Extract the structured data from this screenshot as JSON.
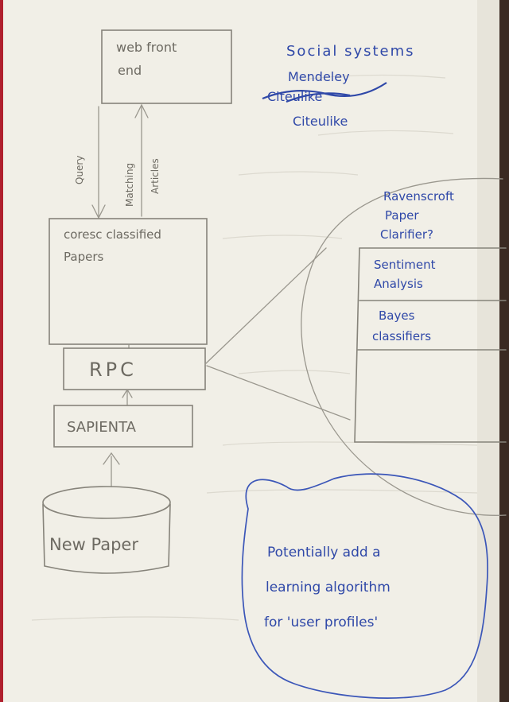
{
  "diagram": {
    "web_front_end": {
      "line1": "web front",
      "line2": "end"
    },
    "arrows": {
      "query": "Query",
      "matching_articles_line1": "Matching",
      "matching_articles_line2": "Articles"
    },
    "coresc_box": {
      "line1": "coresc classified",
      "line2": "Papers"
    },
    "rpc": "RPC",
    "sapienta": "SAPIENTA",
    "new_paper": "New Paper",
    "classifier_panel": {
      "title_line1": "Ravenscroft",
      "title_line2": "Paper",
      "title_line3": "Clarifier?",
      "sentiment_line1": "Sentiment",
      "sentiment_line2": "Analysis",
      "bayes_line1": "Bayes",
      "bayes_line2": "classifiers"
    },
    "social_systems": {
      "heading": "Social systems",
      "item1": "Mendeley",
      "item2_struck": "Citeulike",
      "item3": "Citeulike"
    },
    "note": {
      "line1": "Potentially add a",
      "line2": "learning algorithm",
      "line3": "for 'user profiles'"
    }
  },
  "colors": {
    "paper": "#f3f1ea",
    "pencil": "#6d6a62",
    "ink": "#2f48a8",
    "margin": "#b0202e"
  }
}
